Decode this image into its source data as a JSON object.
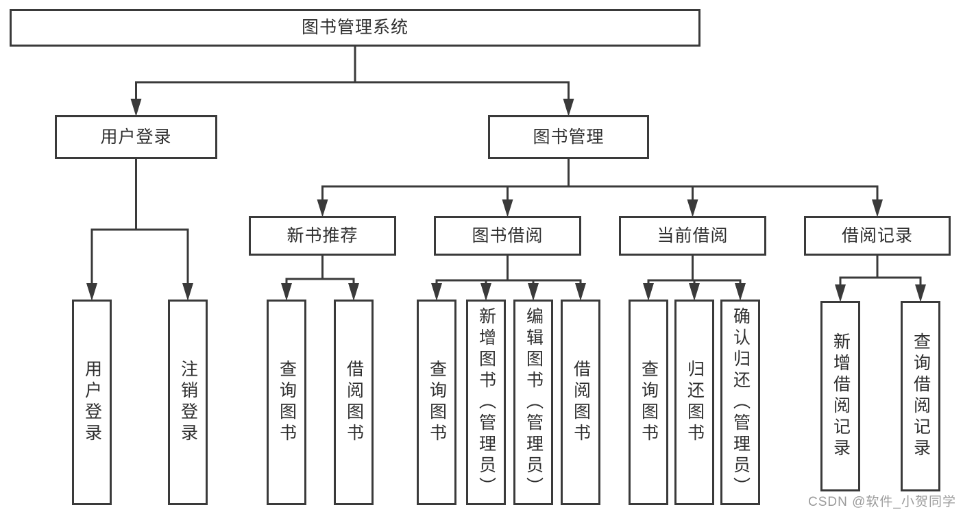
{
  "diagram": {
    "nodes": [
      {
        "id": "root",
        "label": "图书管理系统"
      },
      {
        "id": "user-login",
        "label": "用户登录"
      },
      {
        "id": "book-mgmt",
        "label": "图书管理"
      },
      {
        "id": "new-book-rec",
        "label": "新书推荐"
      },
      {
        "id": "book-borrow",
        "label": "图书借阅"
      },
      {
        "id": "current-borrow",
        "label": "当前借阅"
      },
      {
        "id": "borrow-records",
        "label": "借阅记录"
      },
      {
        "id": "leaf-user-login",
        "label": "用户登录"
      },
      {
        "id": "leaf-logout",
        "label": "注销登录"
      },
      {
        "id": "leaf-rec-query-book",
        "label": "查询图书"
      },
      {
        "id": "leaf-rec-borrow-book",
        "label": "借阅图书"
      },
      {
        "id": "leaf-borrow-query-book",
        "label": "查询图书"
      },
      {
        "id": "leaf-add-book-admin",
        "label": "新增图书（管理员）"
      },
      {
        "id": "leaf-edit-book-admin",
        "label": "编辑图书（管理员）"
      },
      {
        "id": "leaf-borrow-book",
        "label": "借阅图书"
      },
      {
        "id": "leaf-cur-query-book",
        "label": "查询图书"
      },
      {
        "id": "leaf-return-book",
        "label": "归还图书"
      },
      {
        "id": "leaf-confirm-return-admin",
        "label": "确认归还（管理员）"
      },
      {
        "id": "leaf-add-borrow-record",
        "label": "新增借阅记录"
      },
      {
        "id": "leaf-query-borrow-record",
        "label": "查询借阅记录"
      }
    ],
    "edges": [
      [
        "root",
        "user-login"
      ],
      [
        "root",
        "book-mgmt"
      ],
      [
        "user-login",
        "leaf-user-login"
      ],
      [
        "user-login",
        "leaf-logout"
      ],
      [
        "book-mgmt",
        "new-book-rec"
      ],
      [
        "book-mgmt",
        "book-borrow"
      ],
      [
        "book-mgmt",
        "current-borrow"
      ],
      [
        "book-mgmt",
        "borrow-records"
      ],
      [
        "new-book-rec",
        "leaf-rec-query-book"
      ],
      [
        "new-book-rec",
        "leaf-rec-borrow-book"
      ],
      [
        "book-borrow",
        "leaf-borrow-query-book"
      ],
      [
        "book-borrow",
        "leaf-add-book-admin"
      ],
      [
        "book-borrow",
        "leaf-edit-book-admin"
      ],
      [
        "book-borrow",
        "leaf-borrow-book"
      ],
      [
        "current-borrow",
        "leaf-cur-query-book"
      ],
      [
        "current-borrow",
        "leaf-return-book"
      ],
      [
        "current-borrow",
        "leaf-confirm-return-admin"
      ],
      [
        "borrow-records",
        "leaf-add-borrow-record"
      ],
      [
        "borrow-records",
        "leaf-query-borrow-record"
      ]
    ]
  },
  "watermark": {
    "text": "CSDN @软件_小贺同学"
  },
  "colors": {
    "line": "#3a3a3a",
    "text": "#2f2f2f",
    "watermark": "#9b9b9b",
    "background": "#ffffff"
  }
}
